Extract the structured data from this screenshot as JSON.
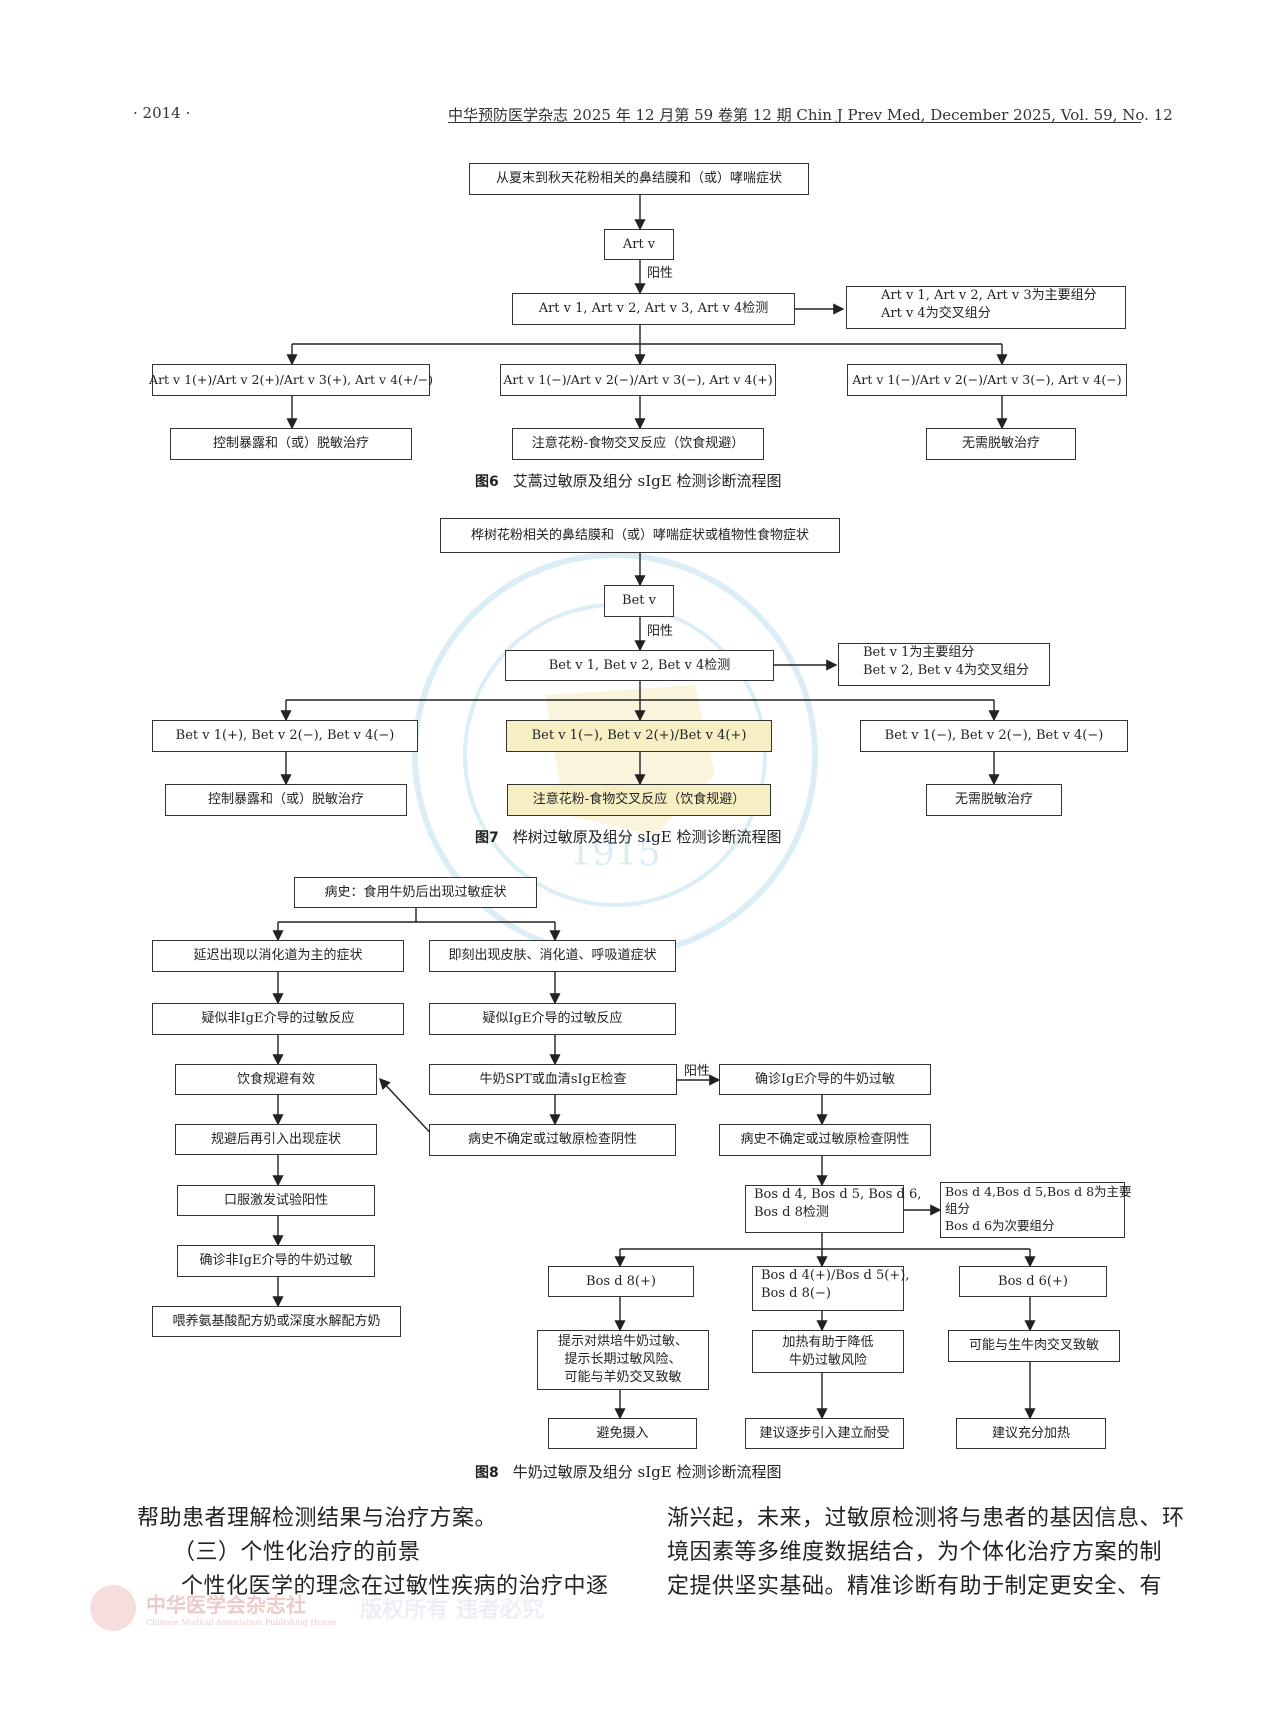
{
  "header": {
    "page_number": "·  2014  ·",
    "journal": "中华预防医学杂志 2025 年 12 月第 59 卷第 12 期    Chin J Prev Med, December 2025, Vol. 59, No. 12"
  },
  "fig6": {
    "top": "从夏末到秋天花粉相关的鼻结膜和（或）哮喘症状",
    "artv": "Art v",
    "positive": "阳性",
    "test": "Art v 1, Art v 2, Art v 3, Art v 4检测",
    "side_line1": "Art v 1, Art v 2, Art v 3为主要组分",
    "side_line2": "Art v 4为交叉组分",
    "b1": "Art v 1(+)/Art v 2(+)/Art v 3(+), Art v 4(+/−)",
    "b2": "Art v 1(−)/Art v 2(−)/Art v 3(−), Art v 4(+)",
    "b3": "Art v 1(−)/Art v 2(−)/Art v 3(−), Art v 4(−)",
    "r1": "控制暴露和（或）脱敏治疗",
    "r2": "注意花粉-食物交叉反应（饮食规避）",
    "r3": "无需脱敏治疗",
    "cap_label": "图6",
    "cap_text": "艾蒿过敏原及组分 sIgE 检测诊断流程图"
  },
  "fig7": {
    "top": "桦树花粉相关的鼻结膜和（或）哮喘症状或植物性食物症状",
    "betv": "Bet v",
    "positive": "阳性",
    "test": "Bet v 1, Bet v 2, Bet v 4检测",
    "side_line1": "Bet v 1为主要组分",
    "side_line2": "Bet v 2, Bet v 4为交叉组分",
    "b1": "Bet v 1(+), Bet v 2(−), Bet v 4(−)",
    "b2": "Bet v 1(−), Bet v 2(+)/Bet v 4(+)",
    "b3": "Bet v 1(−), Bet v 2(−), Bet v 4(−)",
    "r1": "控制暴露和（或）脱敏治疗",
    "r2": "注意花粉-食物交叉反应（饮食规避）",
    "r3": "无需脱敏治疗",
    "cap_label": "图7",
    "cap_text": "桦树过敏原及组分 sIgE 检测诊断流程图"
  },
  "fig8": {
    "top": "病史：食用牛奶后出现过敏症状",
    "l1": "延迟出现以消化道为主的症状",
    "l2": "疑似非IgE介导的过敏反应",
    "l3": "饮食规避有效",
    "l4": "规避后再引入出现症状",
    "l5": "口服激发试验阳性",
    "l6": "确诊非IgE介导的牛奶过敏",
    "l7": "喂养氨基酸配方奶或深度水解配方奶",
    "m1": "即刻出现皮肤、消化道、呼吸道症状",
    "m2": "疑似IgE介导的过敏反应",
    "m3": "牛奶SPT或血清sIgE检查",
    "m4": "病史不确定或过敏原检查阴性",
    "positive": "阳性",
    "c1": "确诊IgE介导的牛奶过敏",
    "c2": "病史不确定或过敏原检查阴性",
    "test_line1": "Bos d 4, Bos d 5, Bos d 6,",
    "test_line2": "Bos d 8检测",
    "side_line1": "Bos d 4,Bos d 5,Bos d 8为主要",
    "side_line2": "组分",
    "side_line3": "Bos d 6为次要组分",
    "x1": "Bos d 8(+)",
    "x2_line1": "Bos d 4(+)/Bos d 5(+),",
    "x2_line2": "Bos d 8(−)",
    "x3": "Bos d 6(+)",
    "y1_line1": "提示对烘培牛奶过敏、",
    "y1_line2": "提示长期过敏风险、",
    "y1_line3": "可能与羊奶交叉致敏",
    "y2_line1": "加热有助于降低",
    "y2_line2": "牛奶过敏风险",
    "y3": "可能与生牛肉交叉致敏",
    "z1": "避免摄入",
    "z2": "建议逐步引入建立耐受",
    "z3": "建议充分加热",
    "cap_label": "图8",
    "cap_text": "牛奶过敏原及组分 sIgE 检测诊断流程图"
  },
  "body": {
    "left_line1": "帮助患者理解检测结果与治疗方案。",
    "left_line2": "（三）个性化治疗的前景",
    "left_line3": "个性化医学的理念在过敏性疾病的治疗中逐",
    "right_line1": "渐兴起，未来，过敏原检测将与患者的基因信息、环",
    "right_line2": "境因素等多维度数据结合，为个体化治疗方案的制",
    "right_line3": "定提供坚实基础。精准诊断有助于制定更安全、有"
  },
  "watermark": {
    "year": "1915",
    "footer_publisher": "中华医学会杂志社",
    "footer_english": "Chinese Medical Association Publishing House",
    "footer_rights": "版权所有  违者必究"
  },
  "colors": {
    "watermark": "#5fb6d8",
    "highlight": "#f7efc4",
    "footer": "#d9534f"
  }
}
